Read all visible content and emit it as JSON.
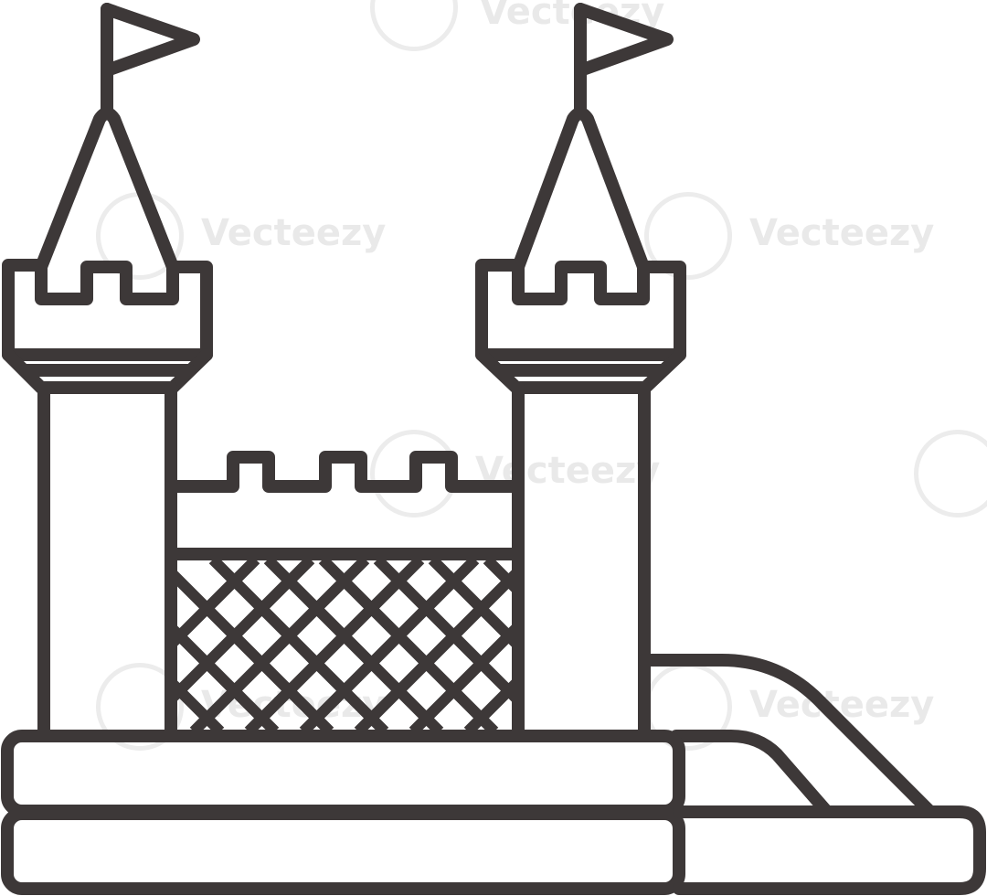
{
  "watermark": {
    "text": "Vecteezy",
    "color": "#e9e9e9"
  },
  "illustration": {
    "subject": "bounce-house-castle-icon",
    "stroke_color": "#3d3838",
    "background": "#ffffff",
    "net_pattern": "diagonal-lattice",
    "towers": 2,
    "flags": 2
  }
}
